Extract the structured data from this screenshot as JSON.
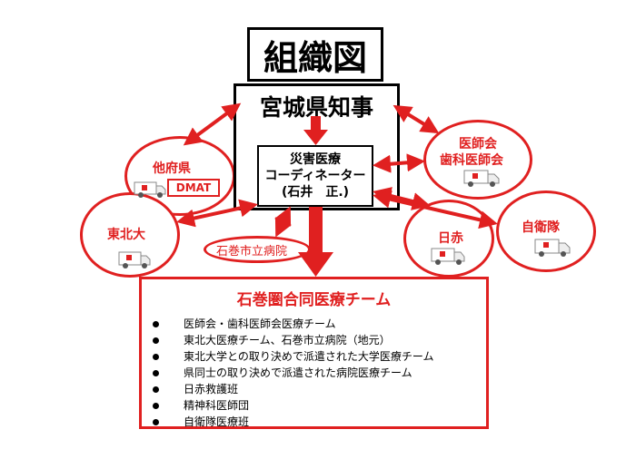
{
  "title": "組織図",
  "governor": "宮城県知事",
  "coordinator": {
    "line1": "災害医療",
    "line2": "コーディネーター",
    "line3": "(石井　正.)"
  },
  "nodes": {
    "other_pref": "他府県",
    "dmat": "DMAT",
    "tohoku_univ": "東北大",
    "ishinomaki_hospital": "石巻市立病院",
    "medical_assoc_line1": "医師会",
    "medical_assoc_line2": "歯科医師会",
    "red_cross": "日赤",
    "sdf": "自衛隊"
  },
  "team": {
    "title": "石巻圏合同医療チーム",
    "items": [
      "医師会・歯科医師会医療チーム",
      "東北大医療チーム、石巻市立病院（地元）",
      "東北大学との取り決めで派遣された大学医療チーム",
      "県同士の取り決めで派遣された病院医療チーム",
      "日赤救護班",
      "精神科医師団",
      "自衛隊医療班"
    ]
  },
  "colors": {
    "accent": "#e02020",
    "line": "#000000"
  }
}
